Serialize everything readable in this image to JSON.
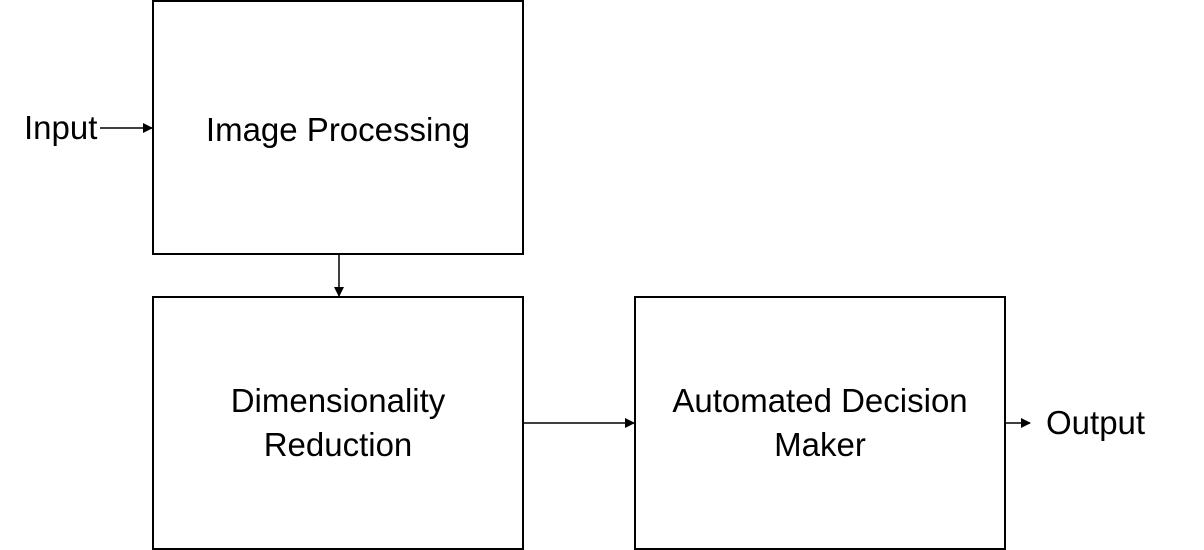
{
  "diagram": {
    "input_label": "Input",
    "output_label": "Output",
    "nodes": {
      "image_processing": {
        "lines": [
          "Image Processing"
        ]
      },
      "dimensionality_reduction": {
        "lines": [
          "Dimensionality",
          "Reduction"
        ]
      },
      "automated_decision_maker": {
        "lines": [
          "Automated Decision",
          "Maker"
        ]
      }
    },
    "edges": [
      {
        "from": "input",
        "to": "image_processing"
      },
      {
        "from": "image_processing",
        "to": "dimensionality_reduction"
      },
      {
        "from": "dimensionality_reduction",
        "to": "automated_decision_maker"
      },
      {
        "from": "automated_decision_maker",
        "to": "output"
      }
    ]
  }
}
